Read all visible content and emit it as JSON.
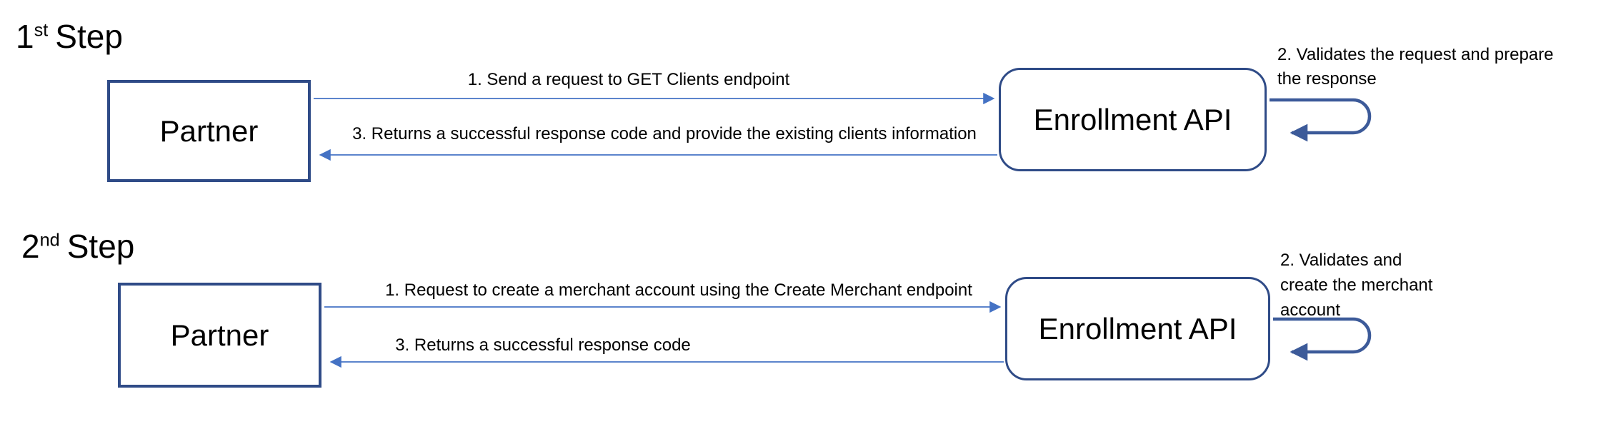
{
  "colors": {
    "box_border": "#2F4B87",
    "thin_arrow": "#4472C4",
    "loop_arrow": "#3C5A99",
    "text": "#000000"
  },
  "steps": [
    {
      "title": {
        "number": "1",
        "ordinal": "st",
        "word": "Step"
      },
      "actor_left": "Partner",
      "actor_right": "Enrollment API",
      "messages": {
        "request": "1. Send a request to GET Clients endpoint",
        "response": "3. Returns a successful response code and provide the existing clients information"
      },
      "self_note_lines": {
        "0": "2. Validates the request and prepare",
        "1": "the response"
      }
    },
    {
      "title": {
        "number": "2",
        "ordinal": "nd",
        "word": "Step"
      },
      "actor_left": "Partner",
      "actor_right": "Enrollment API",
      "messages": {
        "request": "1. Request to create a merchant account using the Create Merchant endpoint",
        "response": "3. Returns a successful response code"
      },
      "self_note_lines": {
        "0": "2. Validates and",
        "1": "create the merchant",
        "2": "account"
      }
    }
  ]
}
